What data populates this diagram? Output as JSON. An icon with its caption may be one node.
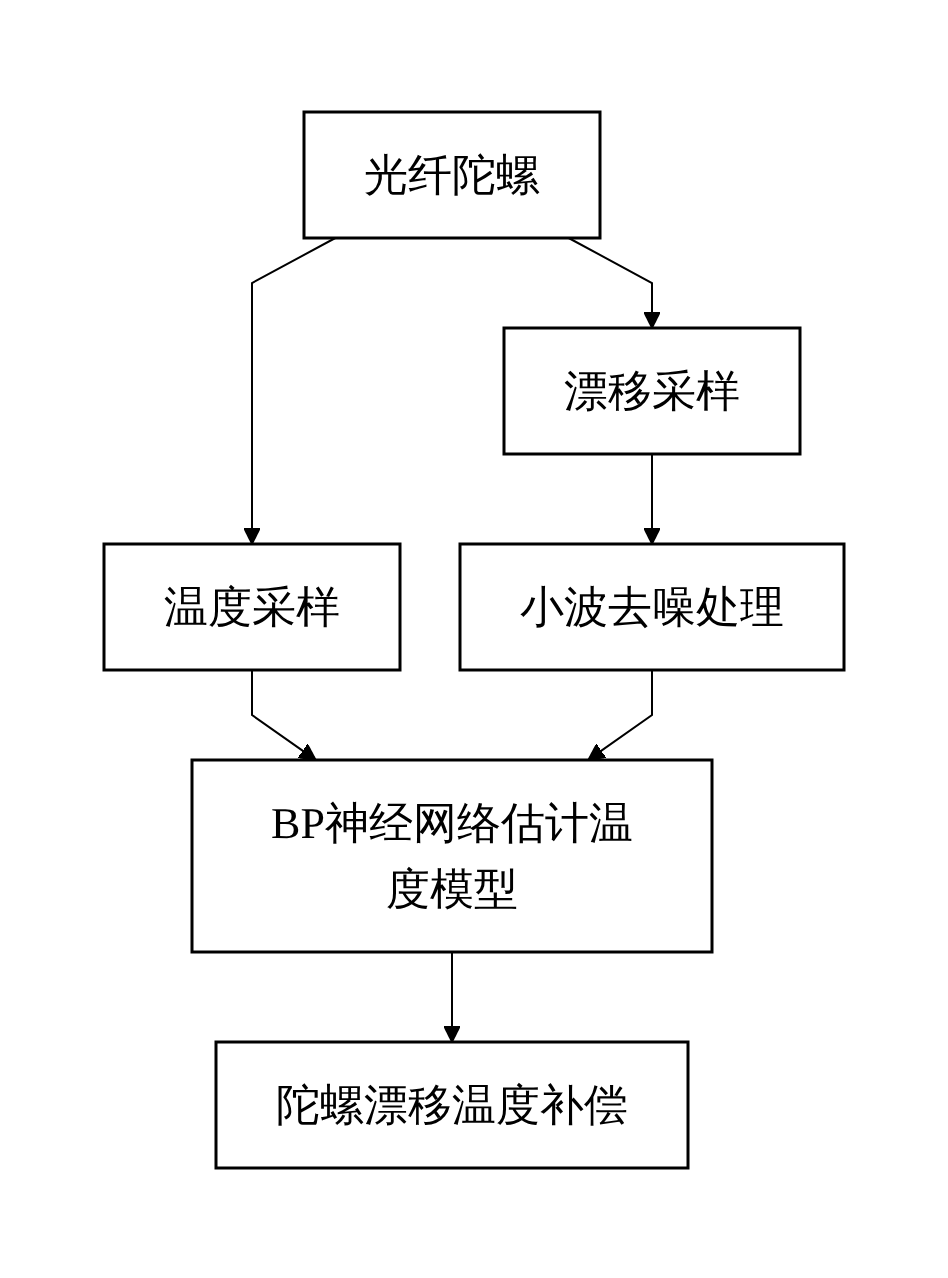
{
  "diagram": {
    "nodes": [
      {
        "text": [
          "光纤陀螺"
        ]
      },
      {
        "text": [
          "温度采样"
        ]
      },
      {
        "text": [
          "漂移采样"
        ]
      },
      {
        "text": [
          "小波去噪处理"
        ]
      },
      {
        "text": [
          "BP神经网络估计温度模型"
        ]
      },
      {
        "text": [
          "陀螺漂移温度补偿"
        ]
      }
    ],
    "edges": [
      {
        "from": 0,
        "to": 1,
        "arrow": "to"
      },
      {
        "from": 0,
        "to": 2,
        "arrow": "to"
      },
      {
        "from": 2,
        "to": 3,
        "arrow": "to"
      },
      {
        "from": 1,
        "to": 4,
        "arrow": "to"
      },
      {
        "from": 3,
        "to": 4,
        "arrow": "to"
      },
      {
        "from": 4,
        "to": 5,
        "arrow": "to"
      }
    ]
  }
}
